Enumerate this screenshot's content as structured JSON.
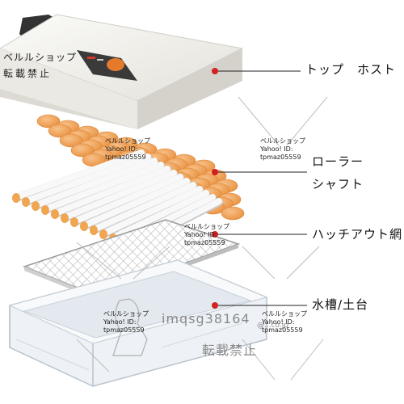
{
  "labels": {
    "top_host": "トップ　ホスト",
    "roller_1": "ローラー",
    "roller_2": "シャフト",
    "hatch_net": "ハッチアウト網",
    "water_tank": "水槽/土台"
  },
  "watermarks": {
    "logo_line1": "ベルルショップ",
    "logo_line2": "転載禁止",
    "shop": "ベルルショップ",
    "yahoo": "Yahoo! ID:",
    "id": "tpmaz05559",
    "big_id": "imqsg38164",
    "big_forbid": "転載禁止",
    "domain": "@...co.jp"
  },
  "colors": {
    "egg": "#f2a760",
    "marker": "#d32020",
    "host": "#f1f0ec",
    "plastic": "#e9eef3"
  }
}
